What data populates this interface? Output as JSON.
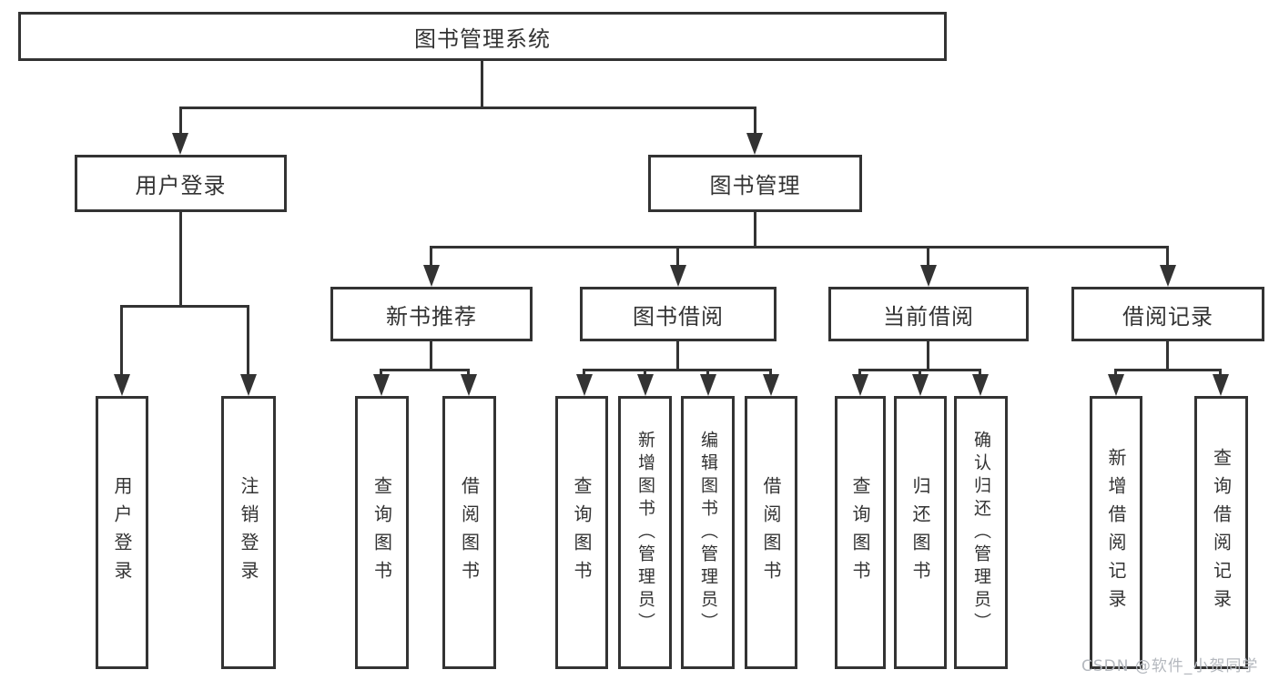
{
  "watermark": "CSDN @软件_小贺同学",
  "colors": {
    "line": "#333333",
    "text": "#333333",
    "watermark": "#b4b8be",
    "background": "#ffffff"
  },
  "tree": {
    "root": {
      "label": "图书管理系统"
    },
    "branches": [
      {
        "label": "用户登录",
        "children": [
          "用户登录",
          "注销登录"
        ]
      },
      {
        "label": "图书管理",
        "children": [
          {
            "label": "新书推荐",
            "children": [
              "查询图书",
              "借阅图书"
            ]
          },
          {
            "label": "图书借阅",
            "children": [
              "查询图书",
              "新增图书（管理员）",
              "编辑图书（管理员）",
              "借阅图书"
            ]
          },
          {
            "label": "当前借阅",
            "children": [
              "查询图书",
              "归还图书",
              "确认归还（管理员）"
            ]
          },
          {
            "label": "借阅记录",
            "children": [
              "新增借阅记录",
              "查询借阅记录"
            ]
          }
        ]
      }
    ]
  }
}
